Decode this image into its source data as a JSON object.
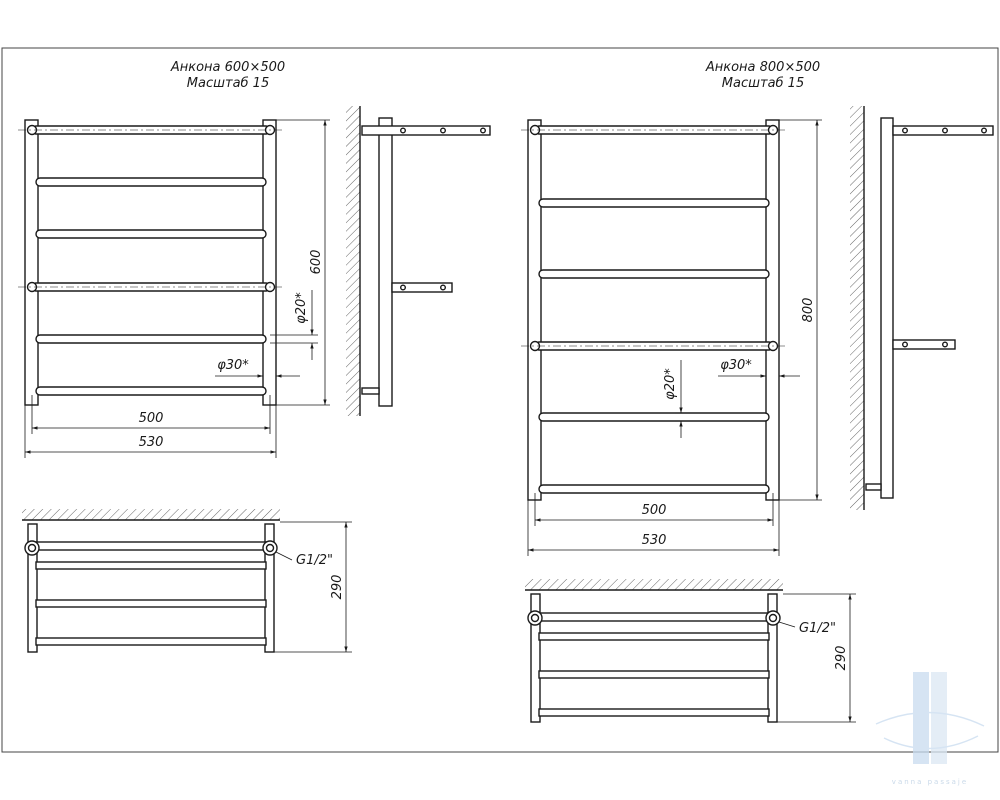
{
  "left": {
    "title": "Анкона 600×500",
    "scale": "Масштаб 15",
    "height_dim": "600",
    "width_inner_dim": "500",
    "width_outer_dim": "530",
    "pipe_dim": "φ20*",
    "post_dim": "φ30*",
    "depth_dim": "290",
    "thread_dim": "G1/2\""
  },
  "right": {
    "title": "Анкона 800×500",
    "scale": "Масштаб 15",
    "height_dim": "800",
    "width_inner_dim": "500",
    "width_outer_dim": "530",
    "pipe_dim": "φ20*",
    "post_dim": "φ30*",
    "depth_dim": "290",
    "thread_dim": "G1/2\""
  },
  "watermark": {
    "text": "vanna passaje",
    "color": "#c9dcef"
  },
  "colors": {
    "line": "#1a1a1a",
    "border": "#444444",
    "hatch": "#555555"
  }
}
